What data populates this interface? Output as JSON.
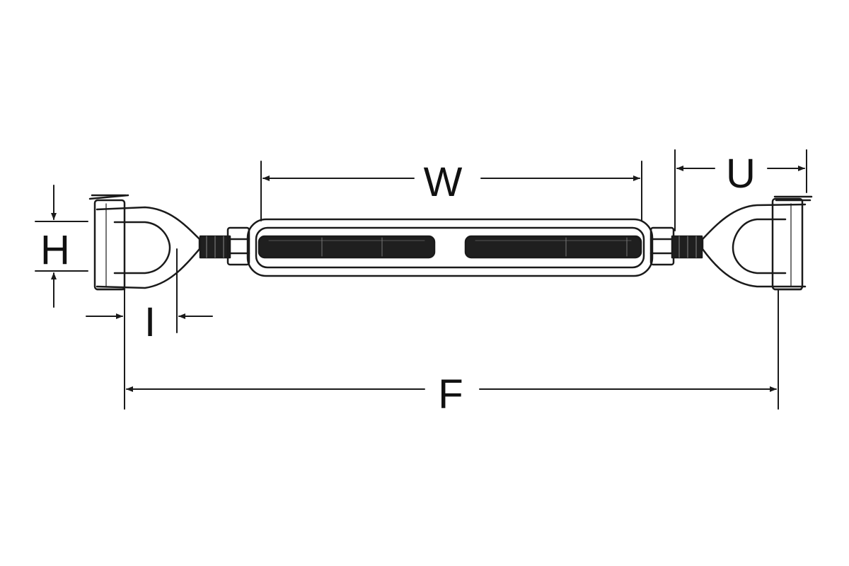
{
  "diagram": {
    "labels": {
      "w": "W",
      "u": "U",
      "h": "H",
      "i": "I",
      "f": "F"
    },
    "colors": {
      "line": "#1a1a1a",
      "thread": "#1f1f1f",
      "background": "#ffffff"
    }
  }
}
